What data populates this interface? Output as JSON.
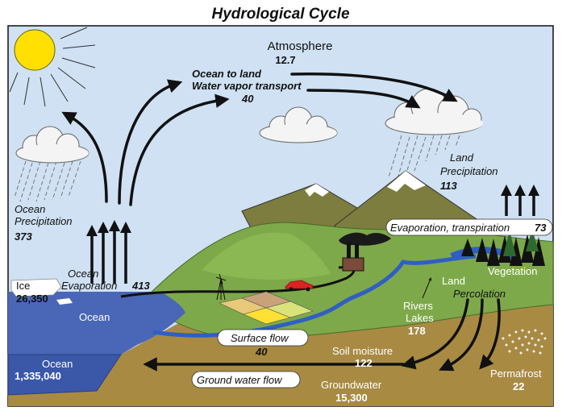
{
  "title": "Hydrological Cycle",
  "atmosphere": {
    "label": "Atmosphere",
    "value": "12.7"
  },
  "vapor_transport": {
    "line1": "Ocean to land",
    "line2": "Water vapor transport",
    "value": "40"
  },
  "land_precipitation": {
    "line1": "Land",
    "line2": "Precipitation",
    "value": "113"
  },
  "ocean_precipitation": {
    "line1": "Ocean",
    "line2": "Precipitation",
    "value": "373"
  },
  "ocean_evaporation": {
    "line1": "Ocean",
    "line2": "Evaporation",
    "value": "413"
  },
  "evapotranspiration": {
    "label": "Evaporation, transpiration",
    "value": "73"
  },
  "vegetation": {
    "label": "Vegetation"
  },
  "ice": {
    "label": "Ice",
    "value": "26,350"
  },
  "ocean_surface": {
    "label": "Ocean"
  },
  "ocean_storage": {
    "label": "Ocean",
    "value": "1,335,040"
  },
  "land_percolation": {
    "line1": "Land",
    "line2": "Percolation"
  },
  "rivers_lakes": {
    "line1": "Rivers",
    "line2": "Lakes",
    "value": "178"
  },
  "surface_flow": {
    "label": "Surface flow",
    "value": "40"
  },
  "soil_moisture": {
    "label": "Soil moisture",
    "value": "122"
  },
  "groundwater_flow": {
    "label": "Ground water flow"
  },
  "groundwater": {
    "label": "Groundwater",
    "value": "15,300"
  },
  "permafrost": {
    "label": "Permafrost",
    "value": "22"
  },
  "colors": {
    "sky": "#cfe1f3",
    "ocean": "#4a66b6",
    "deep_ocean": "#3a57a8",
    "soil": "#a88a43",
    "hill": "#7ea94a",
    "mountain": "#7c7d3e",
    "sun": "#ffe000"
  }
}
